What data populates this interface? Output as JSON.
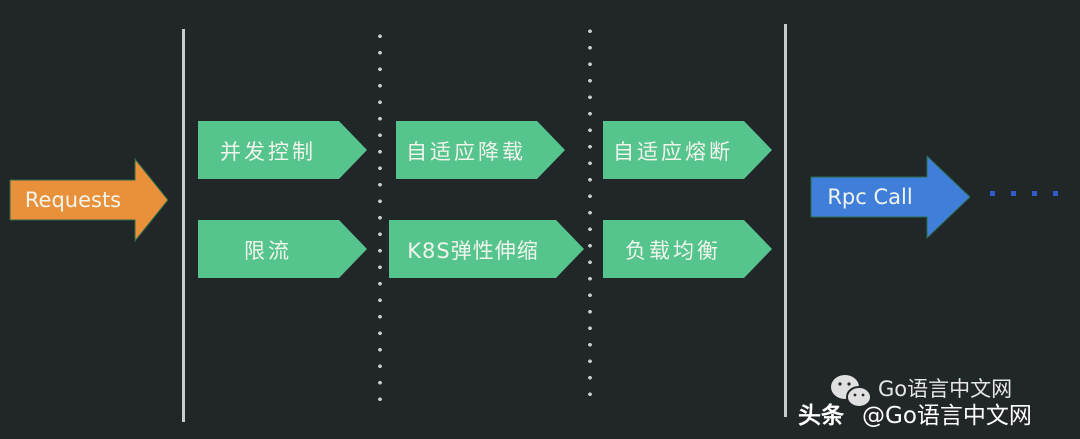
{
  "input_arrow": {
    "label": "Requests",
    "color": "#e8913a"
  },
  "stages": [
    {
      "name": "stage-1",
      "items": [
        {
          "label": "并发控制"
        },
        {
          "label": "限流"
        }
      ]
    },
    {
      "name": "stage-2",
      "items": [
        {
          "label": "自适应降载"
        },
        {
          "label": "K8S弹性伸缩"
        }
      ]
    },
    {
      "name": "stage-3",
      "items": [
        {
          "label": "自适应熔断"
        },
        {
          "label": "负载均衡"
        }
      ]
    }
  ],
  "output_arrow": {
    "label": "Rpc Call",
    "color": "#3f7fd9"
  },
  "stage_color": "#55c58d",
  "watermark": {
    "line1": "Go语言中文网",
    "platform": "头条",
    "handle": "@Go语言中文网"
  }
}
